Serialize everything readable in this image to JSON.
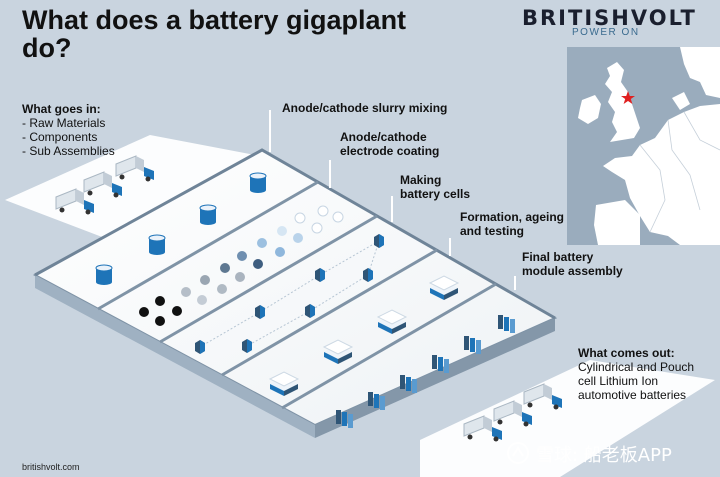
{
  "title": "What does a battery gigaplant do?",
  "brand": {
    "name": "BRITISHVOLT",
    "tagline": "POWER ON",
    "url": "britishvolt.com"
  },
  "inputs": {
    "heading": "What goes in:",
    "items": [
      "- Raw Materials",
      "- Components",
      "- Sub Assemblies"
    ]
  },
  "stages": [
    {
      "line1": "Anode/cathode slurry mixing",
      "line2": ""
    },
    {
      "line1": "Anode/cathode",
      "line2": "electrode coating"
    },
    {
      "line1": "Making",
      "line2": "battery cells"
    },
    {
      "line1": "Formation, ageing",
      "line2": "and testing"
    },
    {
      "line1": "Final battery",
      "line2": "module assembly"
    }
  ],
  "outputs": {
    "heading": "What comes out:",
    "lines": [
      "Cylindrical and Pouch",
      "cell Lithium Ion",
      "automotive batteries"
    ]
  },
  "watermark": "雪球: 船老板APP",
  "colors": {
    "background": "#c9d4df",
    "floor": "#ffffff",
    "wall": "#8fa3b5",
    "accent": "#1e74b8",
    "map_land": "#ffffff",
    "map_sea": "#9aacbd",
    "map_marker": "#e02020"
  }
}
